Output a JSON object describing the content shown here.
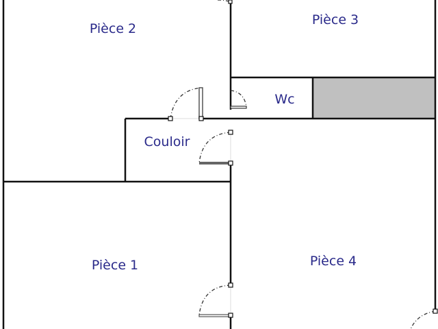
{
  "rooms": {
    "piece2": "Pièce 2",
    "piece3": "Pièce 3",
    "wc": "Wc",
    "couloir": "Couloir",
    "piece1": "Pièce 1",
    "piece4": "Pièce 4"
  },
  "colors": {
    "label": "#2a2a8a",
    "storage": "#c0c0c0"
  }
}
